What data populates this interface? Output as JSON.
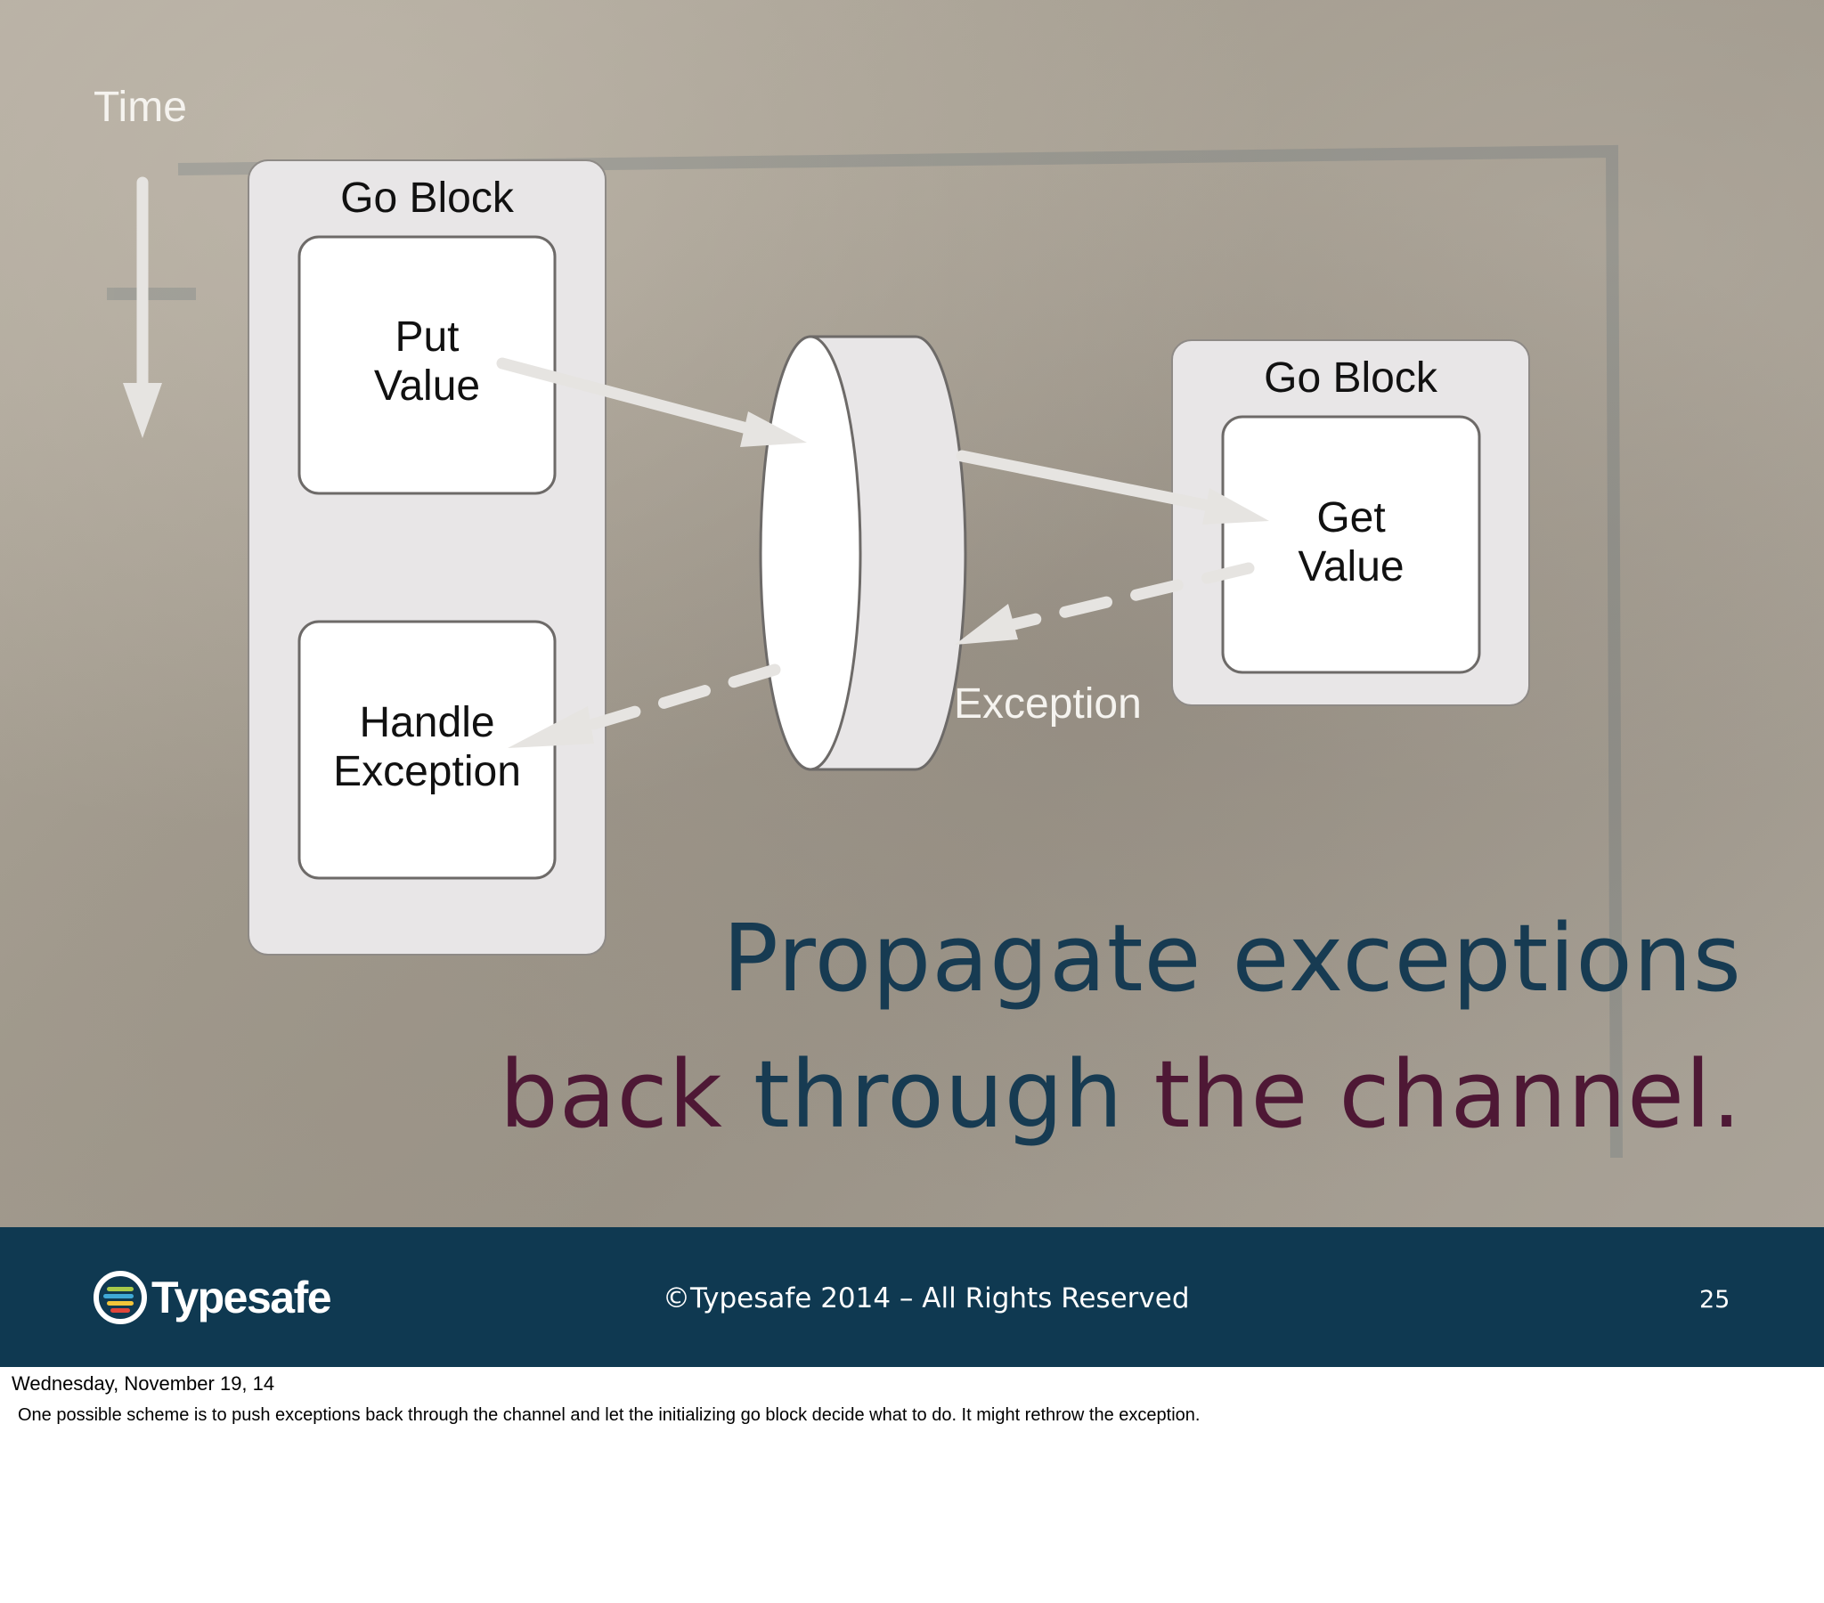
{
  "slide": {
    "time_label": "Time",
    "left_go_block": {
      "title": "Go Block",
      "put_value": "Put\nValue",
      "handle_exception": "Handle\nException"
    },
    "right_go_block": {
      "title": "Go Block",
      "get_value": "Get\nValue"
    },
    "exception_label": "Exception",
    "headline": {
      "line1": "Propagate exceptions",
      "line2_words": [
        {
          "text": "back",
          "color": "#4e1835"
        },
        {
          "text": "through",
          "color": "#173b52"
        },
        {
          "text": "the",
          "color": "#4e1835"
        },
        {
          "text": "channel.",
          "color": "#4e1835"
        }
      ]
    }
  },
  "footer": {
    "logo_text": "Typesafe",
    "copyright": "©Typesafe 2014 – All Rights Reserved",
    "page_number": "25",
    "background_color": "#0f3951"
  },
  "notes": {
    "date": "Wednesday, November 19, 14",
    "text": "One possible scheme is to push exceptions back through the channel and let the initializing go block decide what to do. It might rethrow the exception."
  }
}
